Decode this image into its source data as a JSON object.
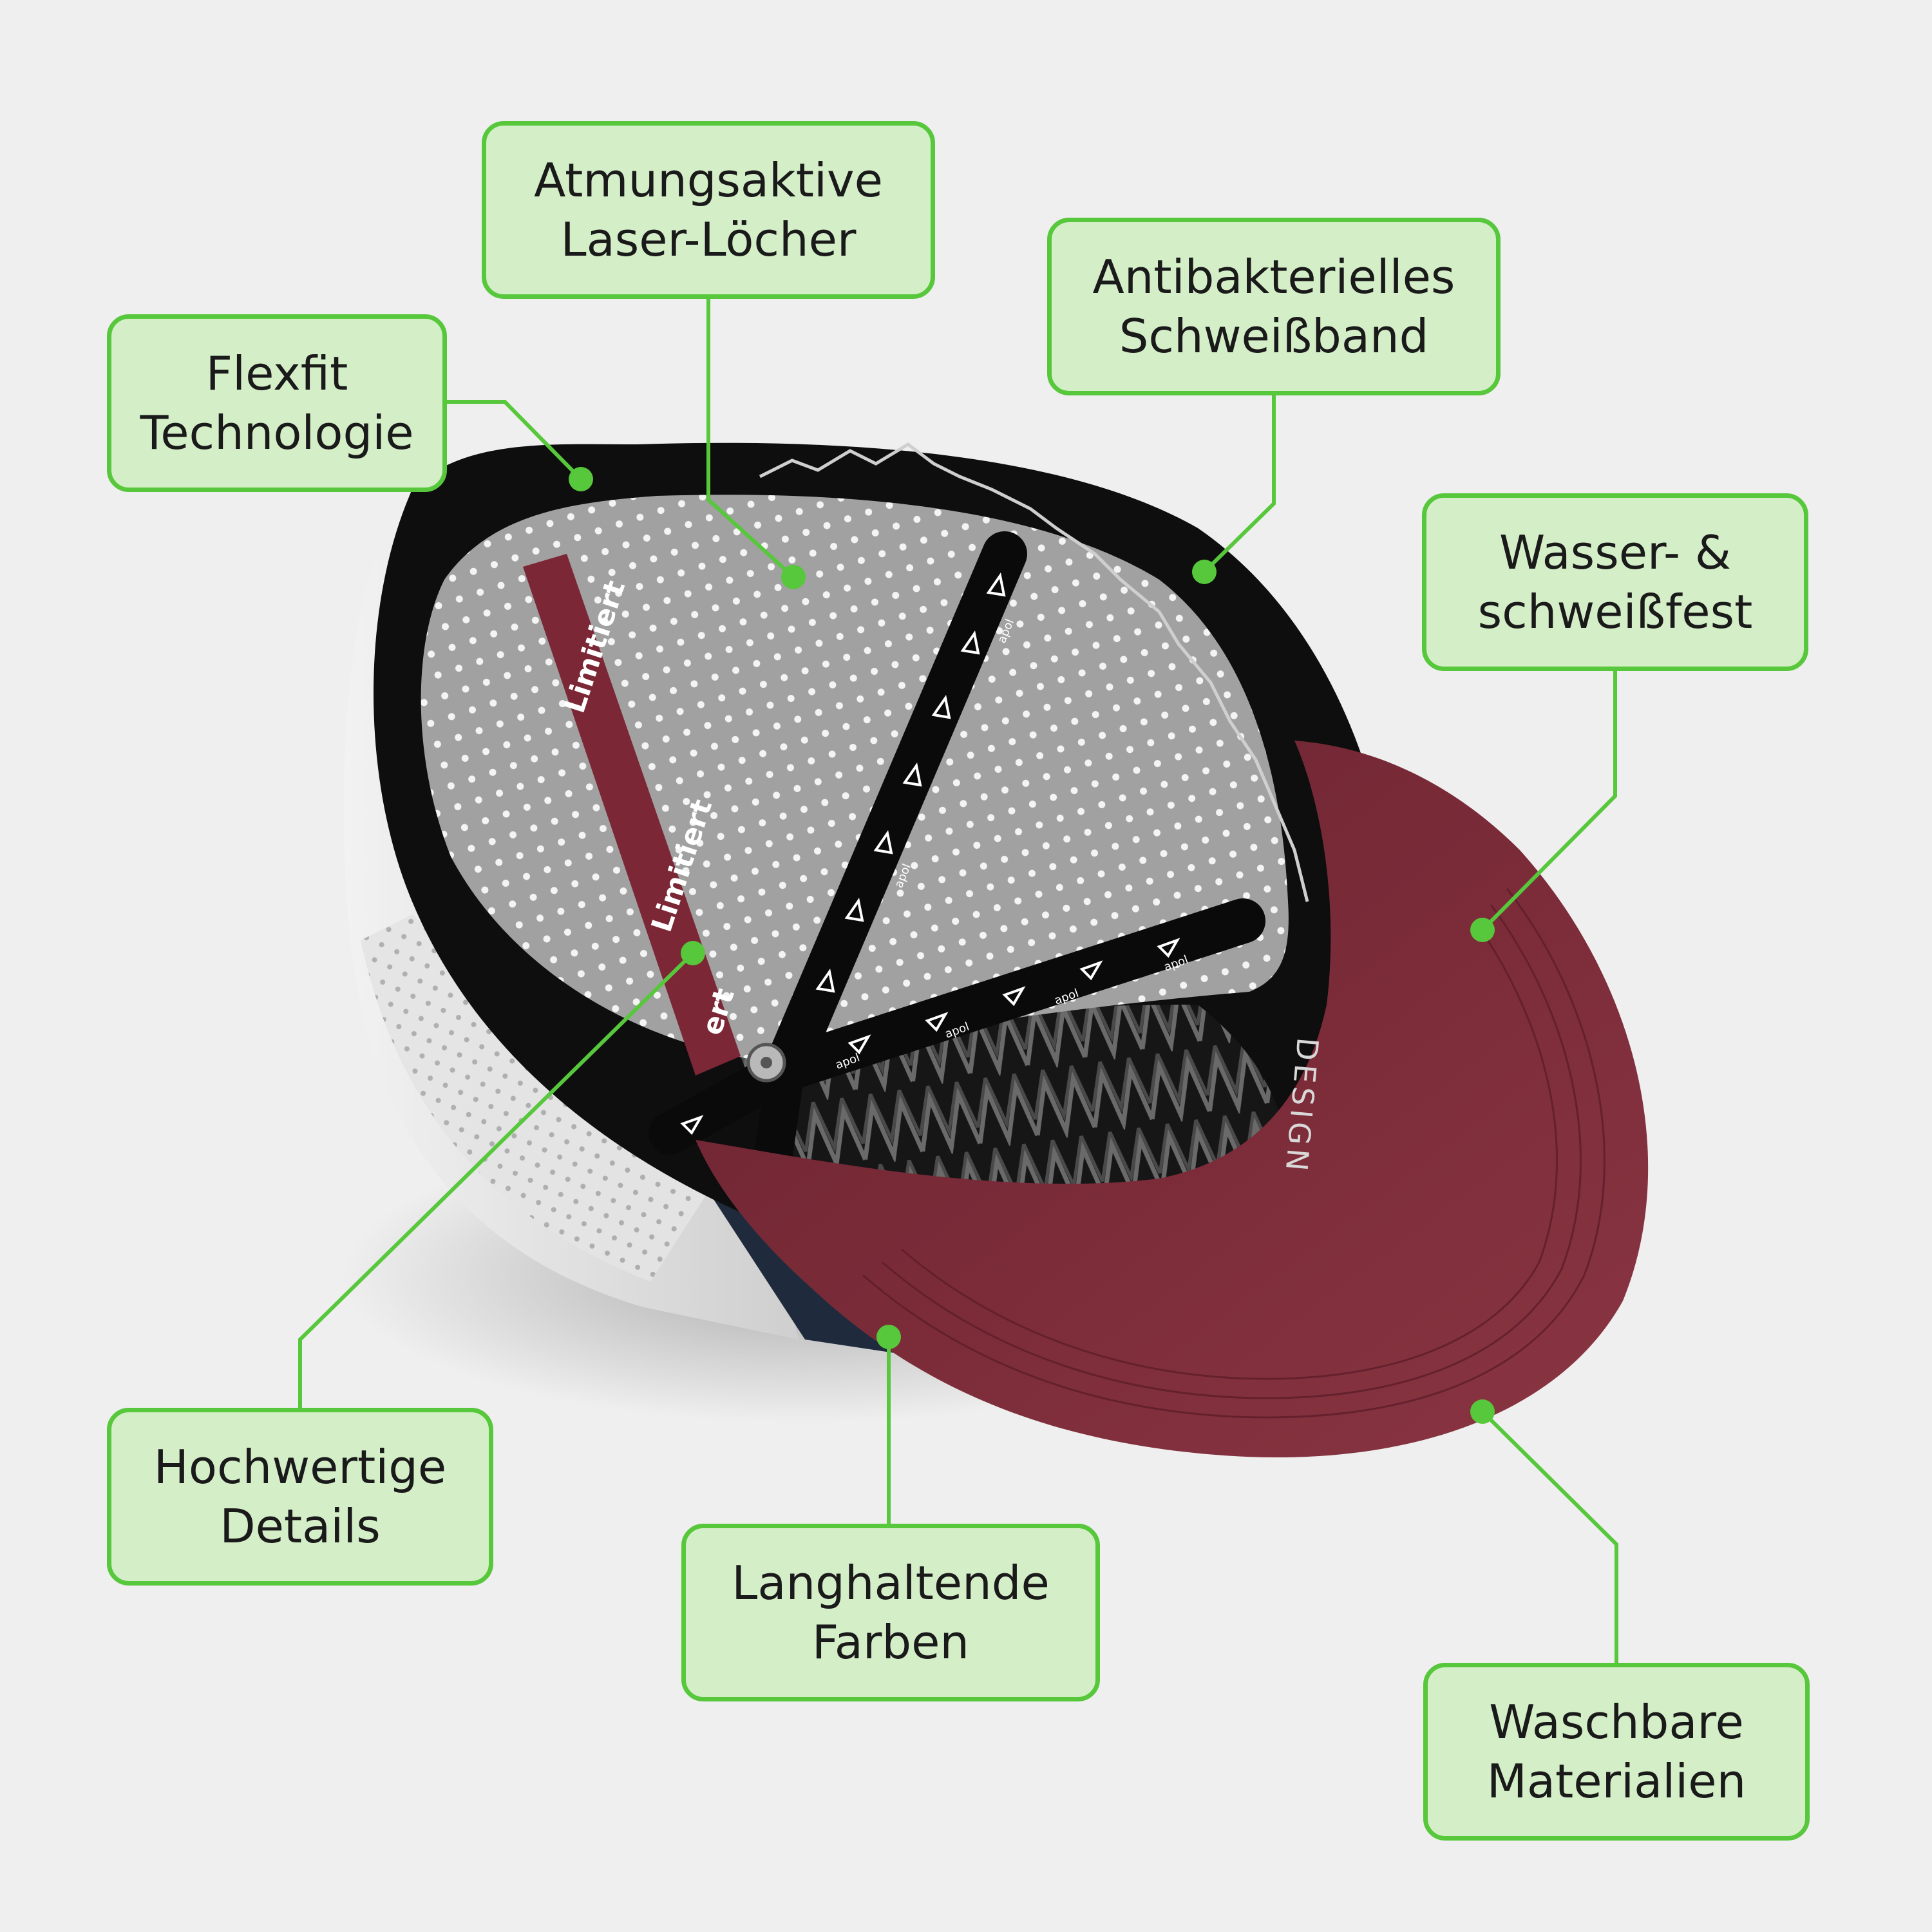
{
  "callouts": {
    "laser": {
      "line1": "Atmungsaktive",
      "line2": "Laser-Löcher"
    },
    "sweatband": {
      "line1": "Antibakterielles",
      "line2": "Schweißband"
    },
    "flexfit": {
      "line1": "Flexfit",
      "line2": "Technologie"
    },
    "waterproof": {
      "line1": "Wasser- &",
      "line2": "schweißfest"
    },
    "details": {
      "line1": "Hochwertige",
      "line2": "Details"
    },
    "colors": {
      "line1": "Langhaltende",
      "line2": "Farben"
    },
    "washable": {
      "line1": "Waschbare",
      "line2": "Materialien"
    }
  },
  "product_print": {
    "tape_text": "Limitiert",
    "tape_text_partial": "ert",
    "logo_text": "apol",
    "brim_text": "DESIGN"
  },
  "colors": {
    "accent": "#57c73b",
    "callout_fill": "#d4efc8",
    "background": "#efefef",
    "brim": "#7a2a37",
    "tape": "#7b2735",
    "lining": "#111111",
    "mesh": "#9c9c9c"
  }
}
